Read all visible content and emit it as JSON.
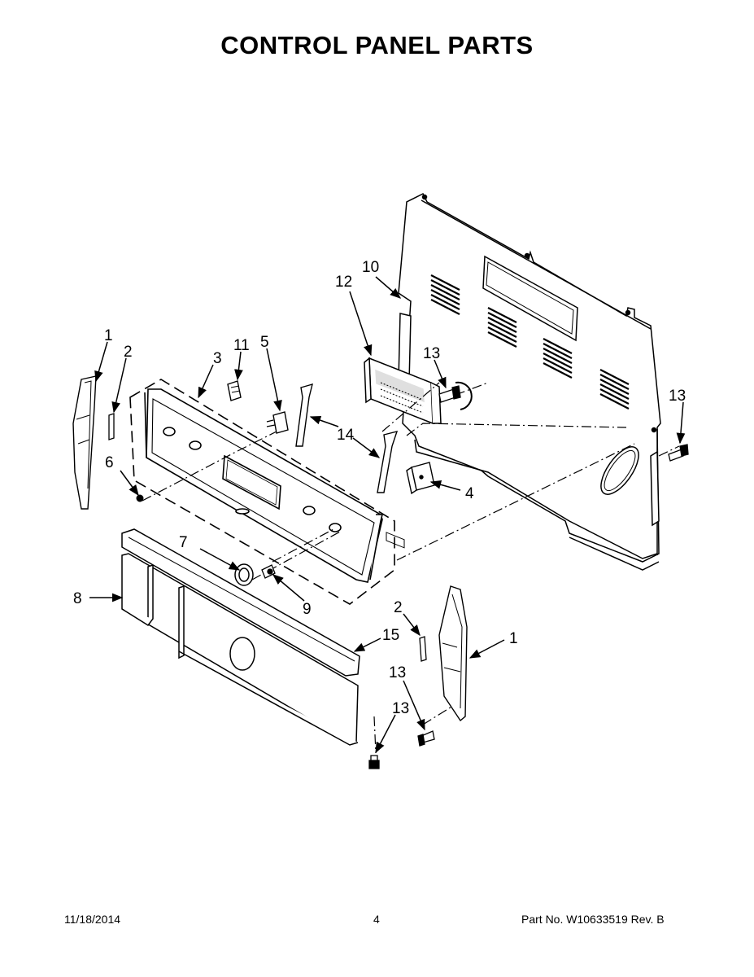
{
  "page": {
    "title": "CONTROL PANEL PARTS",
    "footer": {
      "date": "11/18/2014",
      "page_number": "4",
      "part_number": "Part No.  W10633519  Rev.  B"
    }
  },
  "callouts": {
    "end_cap_left": "1",
    "clip_left": "2",
    "console": "3",
    "switch": "4",
    "relay": "5",
    "screw_console": "6",
    "knob": "7",
    "manifold_panel": "8",
    "knob_nut": "9",
    "rear_panel": "10",
    "connector": "11",
    "control_board": "12",
    "screw_board": "13",
    "screw_rear": "13",
    "trim_bracket": "14",
    "trim_strip": "15",
    "clip_right": "2",
    "end_cap_right": "1",
    "screw_end_right": "13",
    "screw_manifold": "13"
  }
}
